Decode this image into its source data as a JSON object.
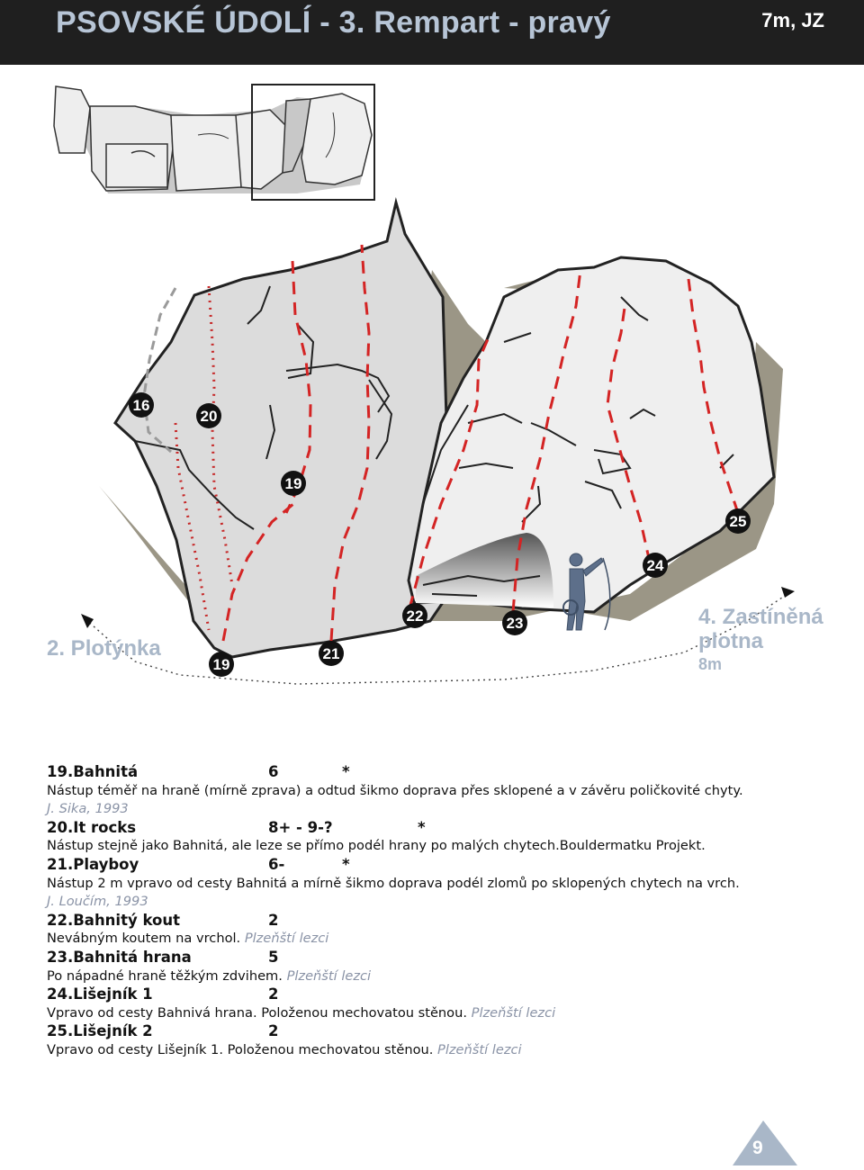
{
  "header": {
    "title": "PSOVSKÉ ÚDOLÍ - 3. Rempart - pravý",
    "meta": "7m, JZ"
  },
  "topo": {
    "markers": [
      "16",
      "20",
      "19",
      "19",
      "21",
      "22",
      "23",
      "24",
      "25"
    ],
    "left_sector": "2. Plotýnka",
    "right_sector": "4. Zastíněná plotna",
    "right_sector_height": "8m"
  },
  "routes": [
    {
      "head": "19.Bahnitá",
      "grade": "6",
      "star": "*",
      "text": "Nástup téměř na hraně (mírně zprava) a odtud šikmo doprava přes sklopené a v závěru poličkovité chyty.",
      "author": "J. Sika, 1993"
    },
    {
      "head": "20.It rocks",
      "grade": "8+ - 9-?",
      "star": "*",
      "text": "Nástup stejně jako Bahnitá, ale leze se přímo podél hrany po malých chytech.Bouldermatku  Projekt.",
      "author": ""
    },
    {
      "head": "21.Playboy",
      "grade": "6-",
      "star": "*",
      "text": "Nástup 2 m vpravo od cesty Bahnitá a mírně šikmo doprava podél zlomů po sklopených chytech na vrch.",
      "author": "J. Loučím, 1993"
    },
    {
      "head": "22.Bahnitý kout",
      "grade": "2",
      "star": "",
      "text": "Nevábným koutem na vrchol.",
      "author": "Plzeňští lezci"
    },
    {
      "head": "23.Bahnitá hrana",
      "grade": "5",
      "star": "",
      "text": "Po nápadné hraně těžkým zdvihem.",
      "author": "Plzeňští lezci"
    },
    {
      "head": "24.Lišejník 1",
      "grade": "2",
      "star": "",
      "text": "Vpravo od cesty Bahnivá hrana. Položenou mechovatou stěnou.",
      "author": "Plzeňští lezci"
    },
    {
      "head": "25.Lišejník 2",
      "grade": "2",
      "star": "",
      "text": "Vpravo od cesty Lišejník 1. Položenou mechovatou stěnou.",
      "author": "Plzeňští lezci"
    }
  ],
  "page_number": "9",
  "colors": {
    "header_bg": "#1f1f1f",
    "title": "#b7c5d6",
    "route_line": "#d42424",
    "rock_left": "#dcdcdc",
    "rock_right": "#efefef",
    "ground": "#9b9686",
    "label": "#a9b7c8"
  }
}
